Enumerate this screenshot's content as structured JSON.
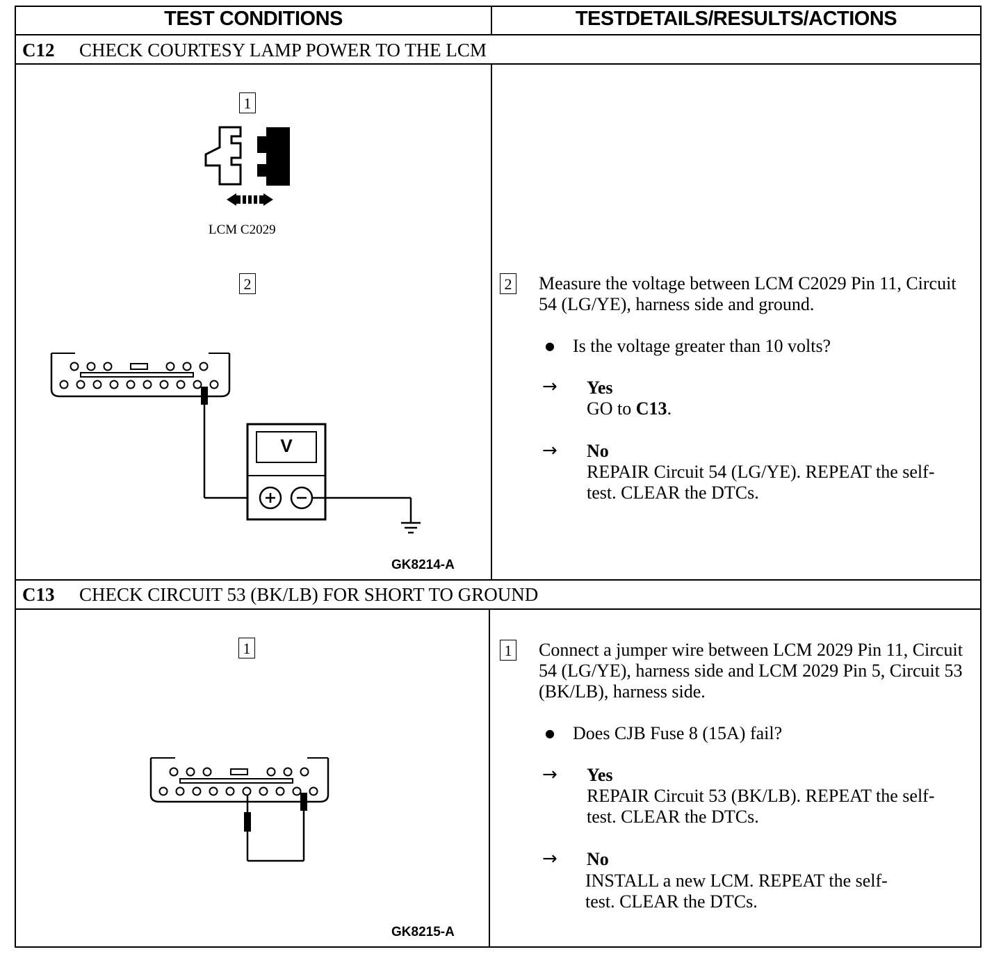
{
  "header": {
    "left": "TEST CONDITIONS",
    "right": "TESTDETAILS/RESULTS/ACTIONS"
  },
  "sections": [
    {
      "code": "C12",
      "title": "CHECK COURTESY LAMP POWER TO THE LCM",
      "figure_id": "GK8214-A",
      "connector_label": "LCM C2029",
      "meter_label": "V",
      "steps": [
        {
          "number": "1"
        },
        {
          "number": "2",
          "instruction": "Measure the voltage between LCM C2029 Pin 11, Circuit 54 (LG/YE), harness side and ground.",
          "question": "Is the voltage greater than 10 volts?",
          "yes_label": "Yes",
          "yes_action_text": "GO to ",
          "yes_action_bold": "C13",
          "yes_action_end": ".",
          "no_label": "No",
          "no_action": "REPAIR Circuit 54 (LG/YE). REPEAT the self-test. CLEAR the DTCs."
        }
      ]
    },
    {
      "code": "C13",
      "title": "CHECK CIRCUIT 53 (BK/LB) FOR SHORT TO GROUND",
      "figure_id": "GK8215-A",
      "steps": [
        {
          "number": "1",
          "instruction": "Connect a jumper wire between LCM 2029 Pin 11, Circuit 54 (LG/YE), harness side and LCM 2029 Pin 5, Circuit 53 (BK/LB), harness side.",
          "question": "Does CJB Fuse 8 (15A) fail?",
          "yes_label": "Yes",
          "yes_action": "REPAIR Circuit 53 (BK/LB). REPEAT the self-test. CLEAR the DTCs.",
          "no_label": "No",
          "no_action": "INSTALL a new LCM. REPEAT the self-test. CLEAR the DTCs."
        }
      ]
    }
  ]
}
